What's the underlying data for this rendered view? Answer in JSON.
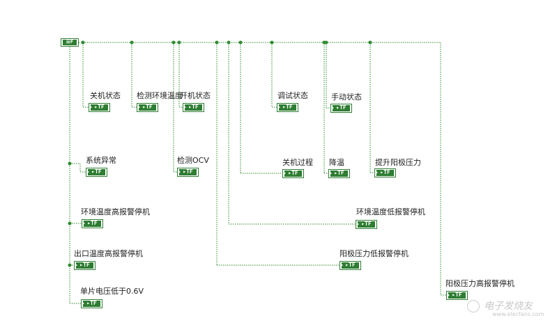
{
  "cluster": {
    "label": "☰F"
  },
  "indicator_tag": "▸TF",
  "labels": {
    "guanji_state": "关机状态",
    "env_temp_detect": "检测环境温度",
    "kaiji_state": "开机状态",
    "debug_state": "调试状态",
    "manual_state": "手动状态",
    "system_fault": "系统异常",
    "detect_ocv": "检测OCV",
    "shutdown_process": "关机过程",
    "cooling": "降温",
    "raise_anode_pressure": "提升阳极压力",
    "env_temp_high_alarm": "环境温度高报警停机",
    "env_temp_low_alarm": "环境温度低报警停机",
    "outlet_temp_high_alarm": "出口温度高报警停机",
    "anode_pressure_low_alarm": "阳极压力低报警停机",
    "cell_voltage_low": "单片电压低于0.6V",
    "anode_pressure_high_alarm": "阳极压力高报警停机"
  },
  "watermark": {
    "text": "电子发烧友",
    "url": "www.elecfans.com"
  },
  "colors": {
    "wire": "#2e8b2e",
    "indicator": "#2e7d32"
  }
}
